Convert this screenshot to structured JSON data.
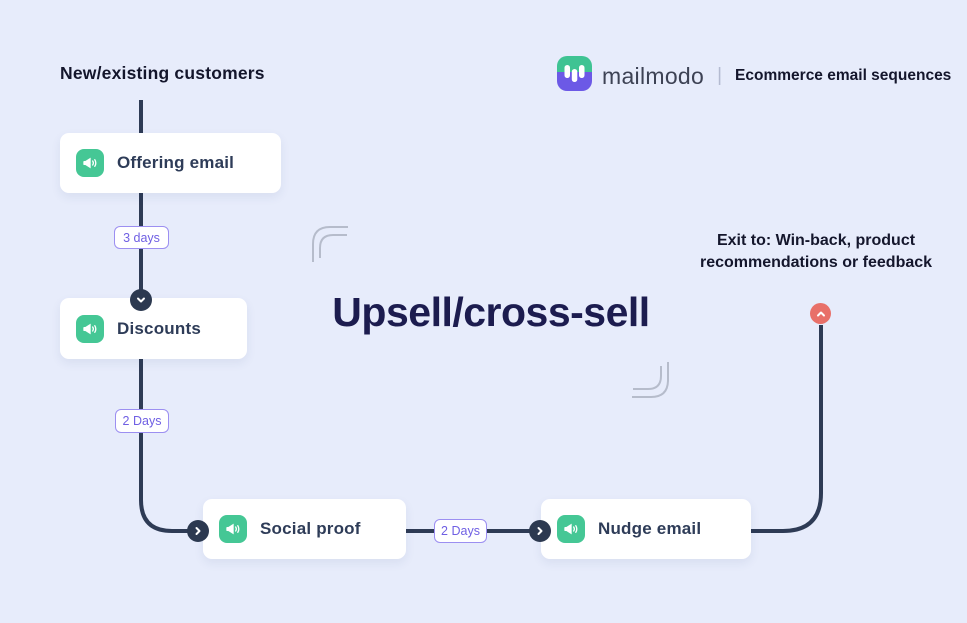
{
  "page": {
    "background_color": "#e7ecfb"
  },
  "header": {
    "flow_start_label": "New/existing customers",
    "brand": {
      "wordmark": "mailmodo",
      "divider": "|",
      "tagline": "Ecommerce email sequences"
    }
  },
  "flow": {
    "title": "Upsell/cross-sell",
    "exit_note_line1": "Exit to: Win-back, product",
    "exit_note_line2": "recommendations or feedback",
    "nodes": [
      {
        "id": "offering-email",
        "label": "Offering email",
        "icon": "megaphone-icon"
      },
      {
        "id": "discounts",
        "label": "Discounts",
        "icon": "megaphone-icon"
      },
      {
        "id": "social-proof",
        "label": "Social proof",
        "icon": "megaphone-icon"
      },
      {
        "id": "nudge-email",
        "label": "Nudge email",
        "icon": "megaphone-icon"
      }
    ],
    "delays": [
      {
        "label": "3 days",
        "between": "offering-email to discounts"
      },
      {
        "label": "2 Days",
        "between": "discounts to social-proof"
      },
      {
        "label": "2 Days",
        "between": "social-proof to nudge-email"
      }
    ]
  },
  "colors": {
    "background": "#e7ecfb",
    "connector": "#2e3b55",
    "node_icon_green": "#45c795",
    "badge_purple": "#6f5fe3",
    "title_navy": "#1c1c4f",
    "exit_dot_red": "#e87069",
    "brand_green": "#3fc393",
    "brand_purple": "#6c59e6"
  }
}
